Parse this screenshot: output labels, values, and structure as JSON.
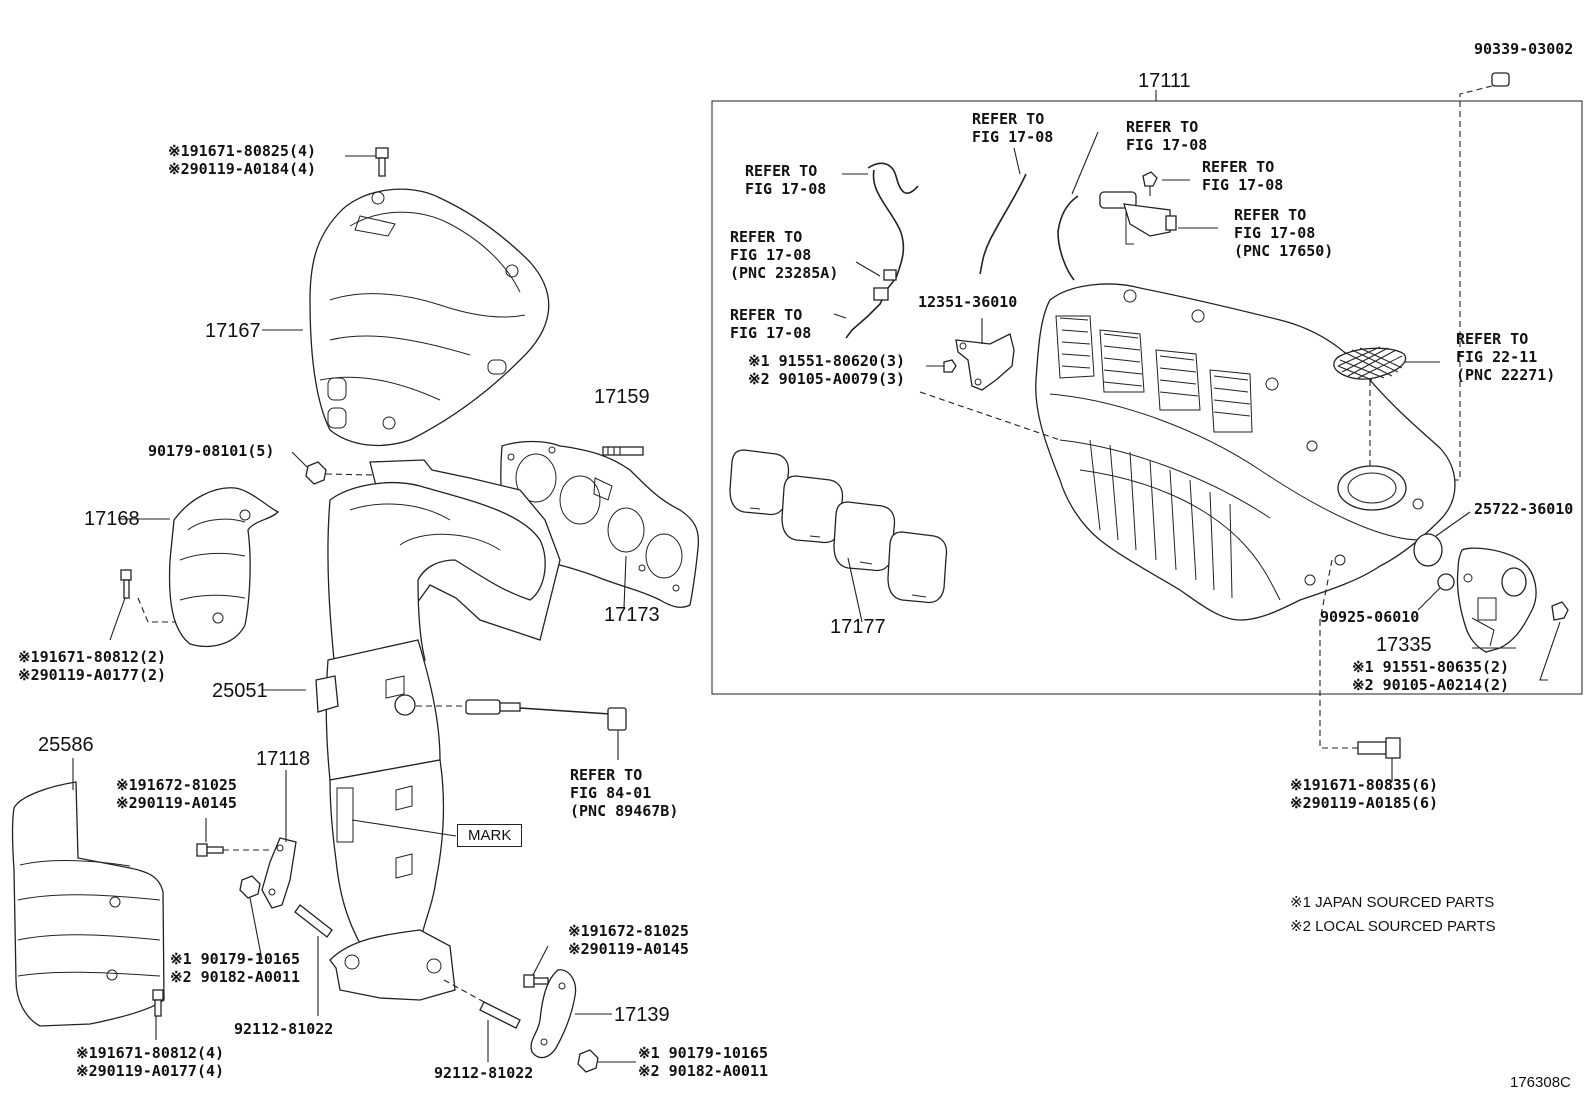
{
  "diagram_id": "176308C",
  "notes": {
    "note1": "※1 JAPAN SOURCED PARTS",
    "note2": "※2 LOCAL SOURCED PARTS"
  },
  "mark_label": "MARK",
  "parts": {
    "p17111": "17111",
    "p17167": "17167",
    "p17168": "17168",
    "p17159": "17159",
    "p17173": "17173",
    "p25051": "25051",
    "p25586": "25586",
    "p17118": "17118",
    "p17139": "17139",
    "p17177": "17177",
    "p17335": "17335"
  },
  "labels": {
    "l90339": "90339-03002",
    "l191671_80825": "※191671-80825(4)\n※290119-A0184(4)",
    "ref_a": "REFER TO\nFIG 17-08",
    "ref_b": "REFER TO\nFIG 17-08",
    "ref_c": "REFER TO\nFIG 17-08",
    "ref_d": "REFER TO\nFIG 17-08",
    "ref_e": "REFER TO\nFIG 17-08\n(PNC 23285A)",
    "ref_f": "REFER TO\nFIG 17-08\n(PNC 17650)",
    "ref_g": "REFER TO\nFIG 17-08",
    "l12351": "12351-36010",
    "l91551_80620": "※1 91551-80620(3)\n※2 90105-A0079(3)",
    "ref_22": "REFER TO\nFIG 22-11\n(PNC 22271)",
    "l90179_08101": "90179-08101(5)",
    "l25722": "25722-36010",
    "l90925": "90925-06010",
    "l91551_80635": "※1 91551-80635(2)\n※2 90105-A0214(2)",
    "l191671_80812a": "※191671-80812(2)\n※290119-A0177(2)",
    "ref_84": "REFER TO\nFIG 84-01\n(PNC 89467B)",
    "l191671_80835": "※191671-80835(6)\n※290119-A0185(6)",
    "l191672_81025a": "※191672-81025\n※290119-A0145",
    "l90179_10165a": "※1 90179-10165\n※2 90182-A0011",
    "l92112a": "92112-81022",
    "l191672_81025b": "※191672-81025\n※290119-A0145",
    "l90179_10165b": "※1 90179-10165\n※2 90182-A0011",
    "l92112b": "92112-81022",
    "l191671_80812b": "※191671-80812(4)\n※290119-A0177(4)"
  }
}
